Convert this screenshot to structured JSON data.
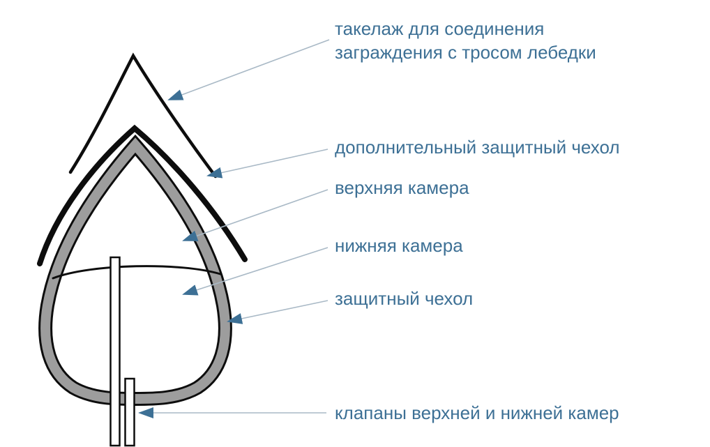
{
  "diagram": {
    "labels": {
      "rigging_line1": "такелаж для соединения",
      "rigging_line2": "заграждения с тросом лебедки",
      "additional_cover": "дополнительный защитный чехол",
      "upper_chamber": "верхняя камера",
      "lower_chamber": "нижняя камера",
      "protective_cover": "защитный чехол",
      "valves": "клапаны верхней и нижней камер"
    },
    "colors": {
      "label_text": "#3d7095",
      "arrow_head": "#3d7095",
      "arrow_line": "#a9b9c6",
      "cover_gray": "#9d9d9d",
      "outline_black": "#0d0d0d",
      "background": "#ffffff"
    }
  }
}
